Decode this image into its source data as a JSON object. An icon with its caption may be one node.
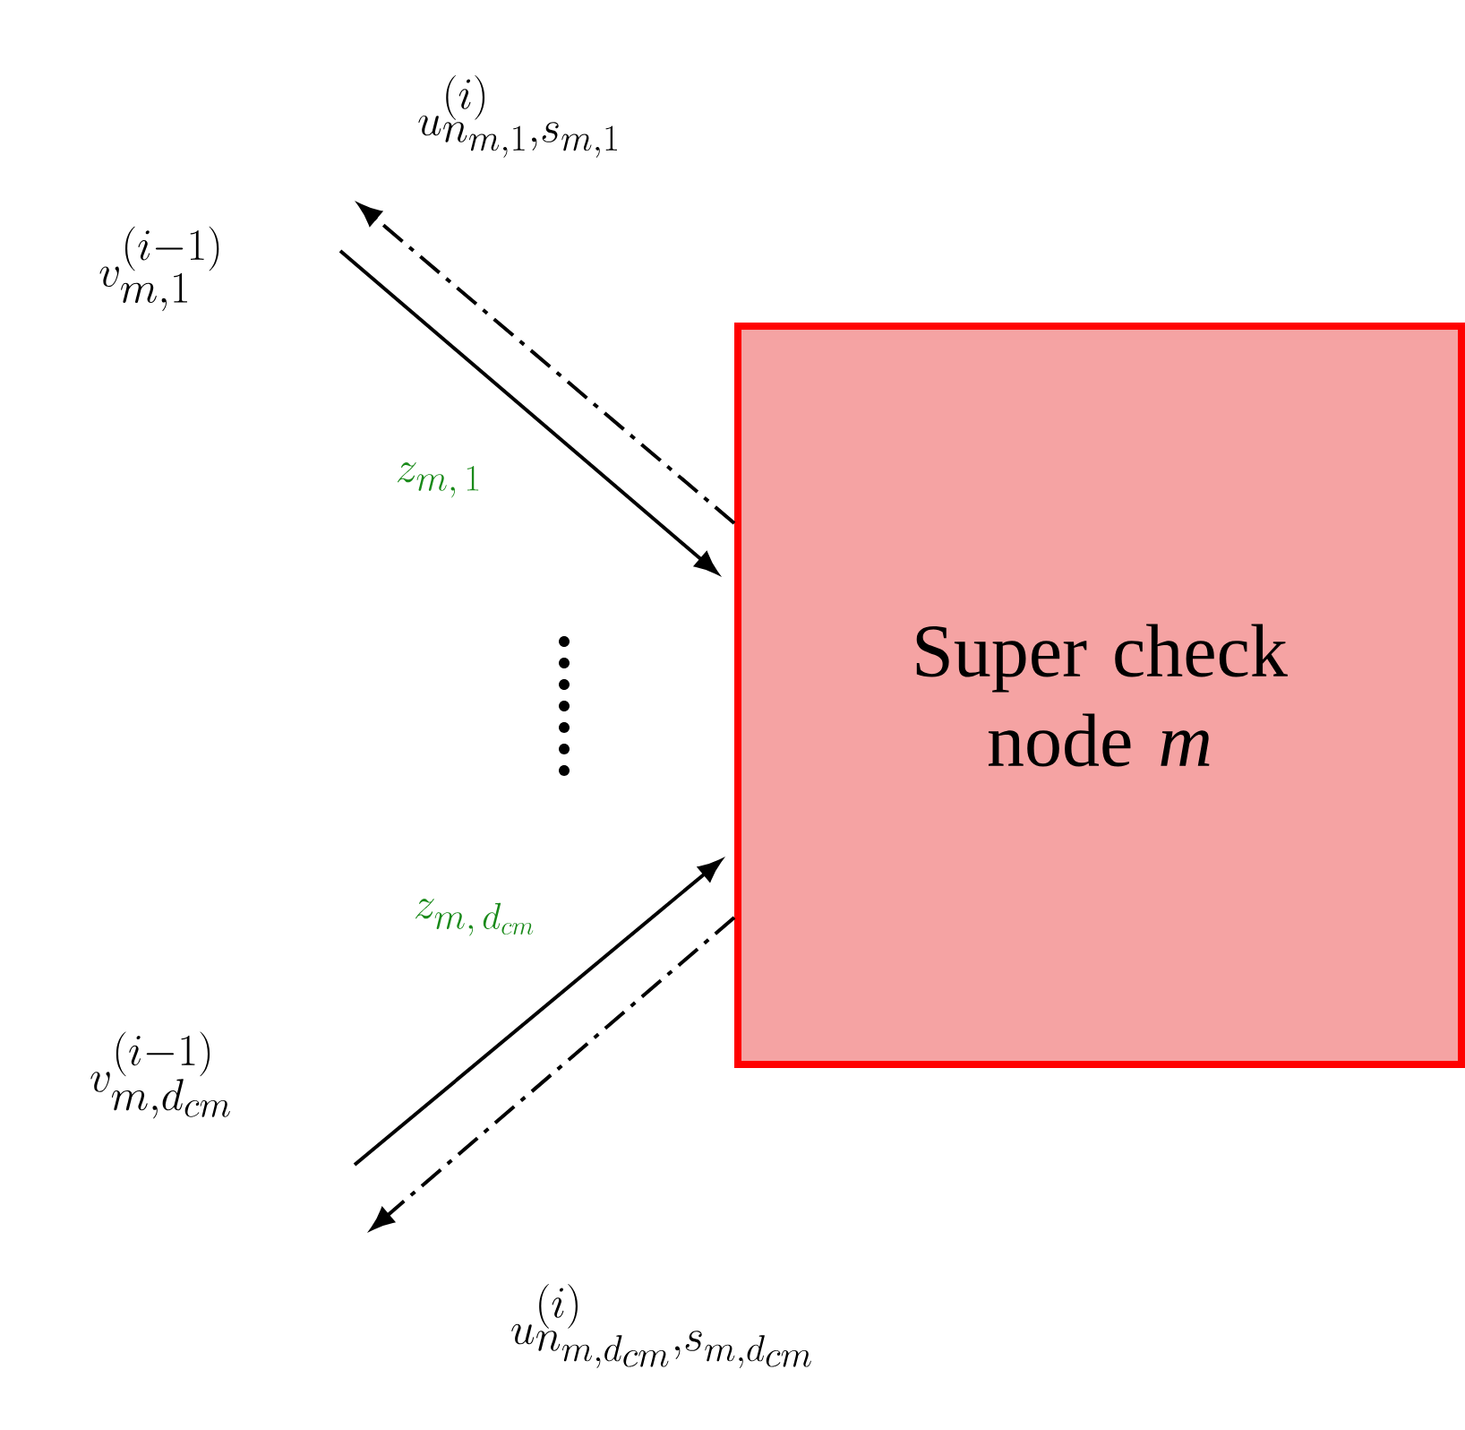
{
  "diagram": {
    "nodes": [
      {
        "text": [
          "Super check node *m*"
        ]
      },
      {
        "text": [
          "v_{m,1}^{(i-1)}"
        ]
      },
      {
        "text": [
          "u_{n_{m,1},s_{m,1}}^{(i)}"
        ]
      },
      {
        "text": [
          "v_{m,d_{cm}}^{(i-1)}"
        ]
      },
      {
        "text": [
          "u_{n_{m,d_{cm}},s_{m,d_{cm}}}^{(i)}"
        ]
      }
    ],
    "edges": [
      {
        "from": 1,
        "to": 0,
        "arrow": "to",
        "label": "z_{m,\\,1}"
      },
      {
        "from": 0,
        "to": 2,
        "arrow": "to",
        "style": "dashed"
      },
      {
        "from": 3,
        "to": 0,
        "arrow": "to",
        "label": "z_{m,\\,d_{cm}}"
      },
      {
        "from": 0,
        "to": 4,
        "arrow": "to",
        "style": "dashed"
      }
    ]
  }
}
